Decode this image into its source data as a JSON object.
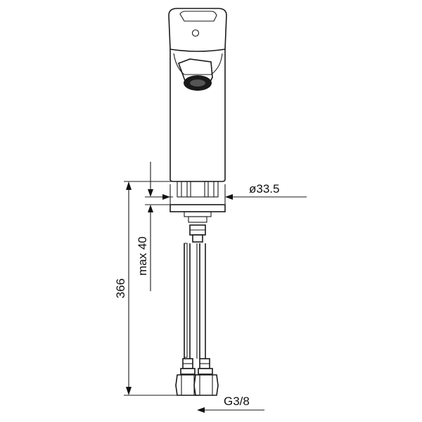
{
  "dimensions": {
    "diameter": "ø33.5",
    "max_thickness": "max 40",
    "total_height": "366",
    "connection_thread": "G3/8"
  }
}
